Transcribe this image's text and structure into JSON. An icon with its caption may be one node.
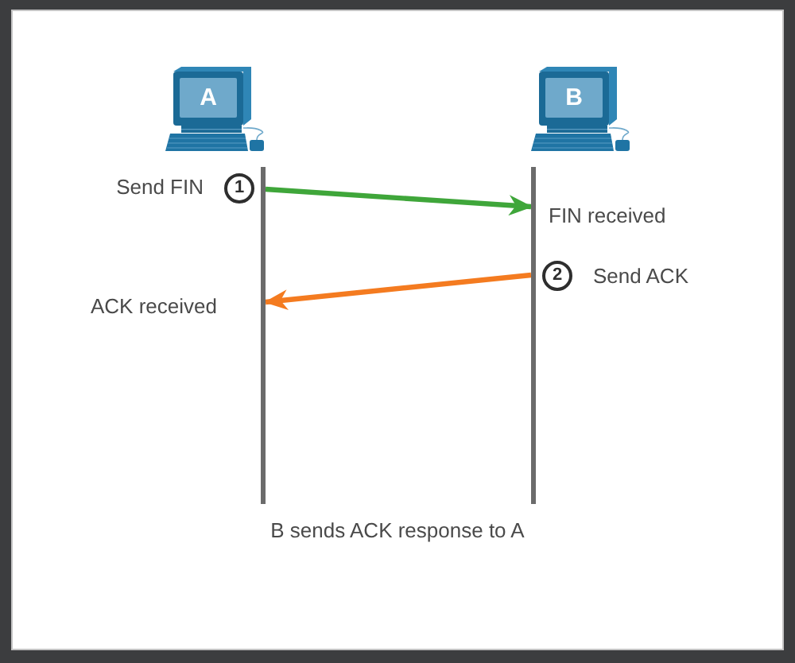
{
  "diagram": {
    "caption": "B sends ACK response to A",
    "nodes": [
      {
        "text": [
          "A"
        ]
      },
      {
        "text": [
          "B"
        ]
      },
      {
        "text": [],
        "shape": "bar"
      },
      {
        "text": [],
        "shape": "bar"
      },
      {
        "text": [
          "1"
        ],
        "beside": [
          "Send FIN"
        ]
      },
      {
        "text": [
          "2"
        ],
        "beside": [
          "Send ACK"
        ]
      }
    ],
    "edges": [
      {
        "from": 2,
        "to": 3,
        "arrow": "to",
        "color": "#3fa63a"
      },
      {
        "from": 3,
        "to": 2,
        "arrow": "to",
        "color": "#f47b20"
      }
    ],
    "labels": [
      "FIN received",
      "ACK received"
    ]
  }
}
